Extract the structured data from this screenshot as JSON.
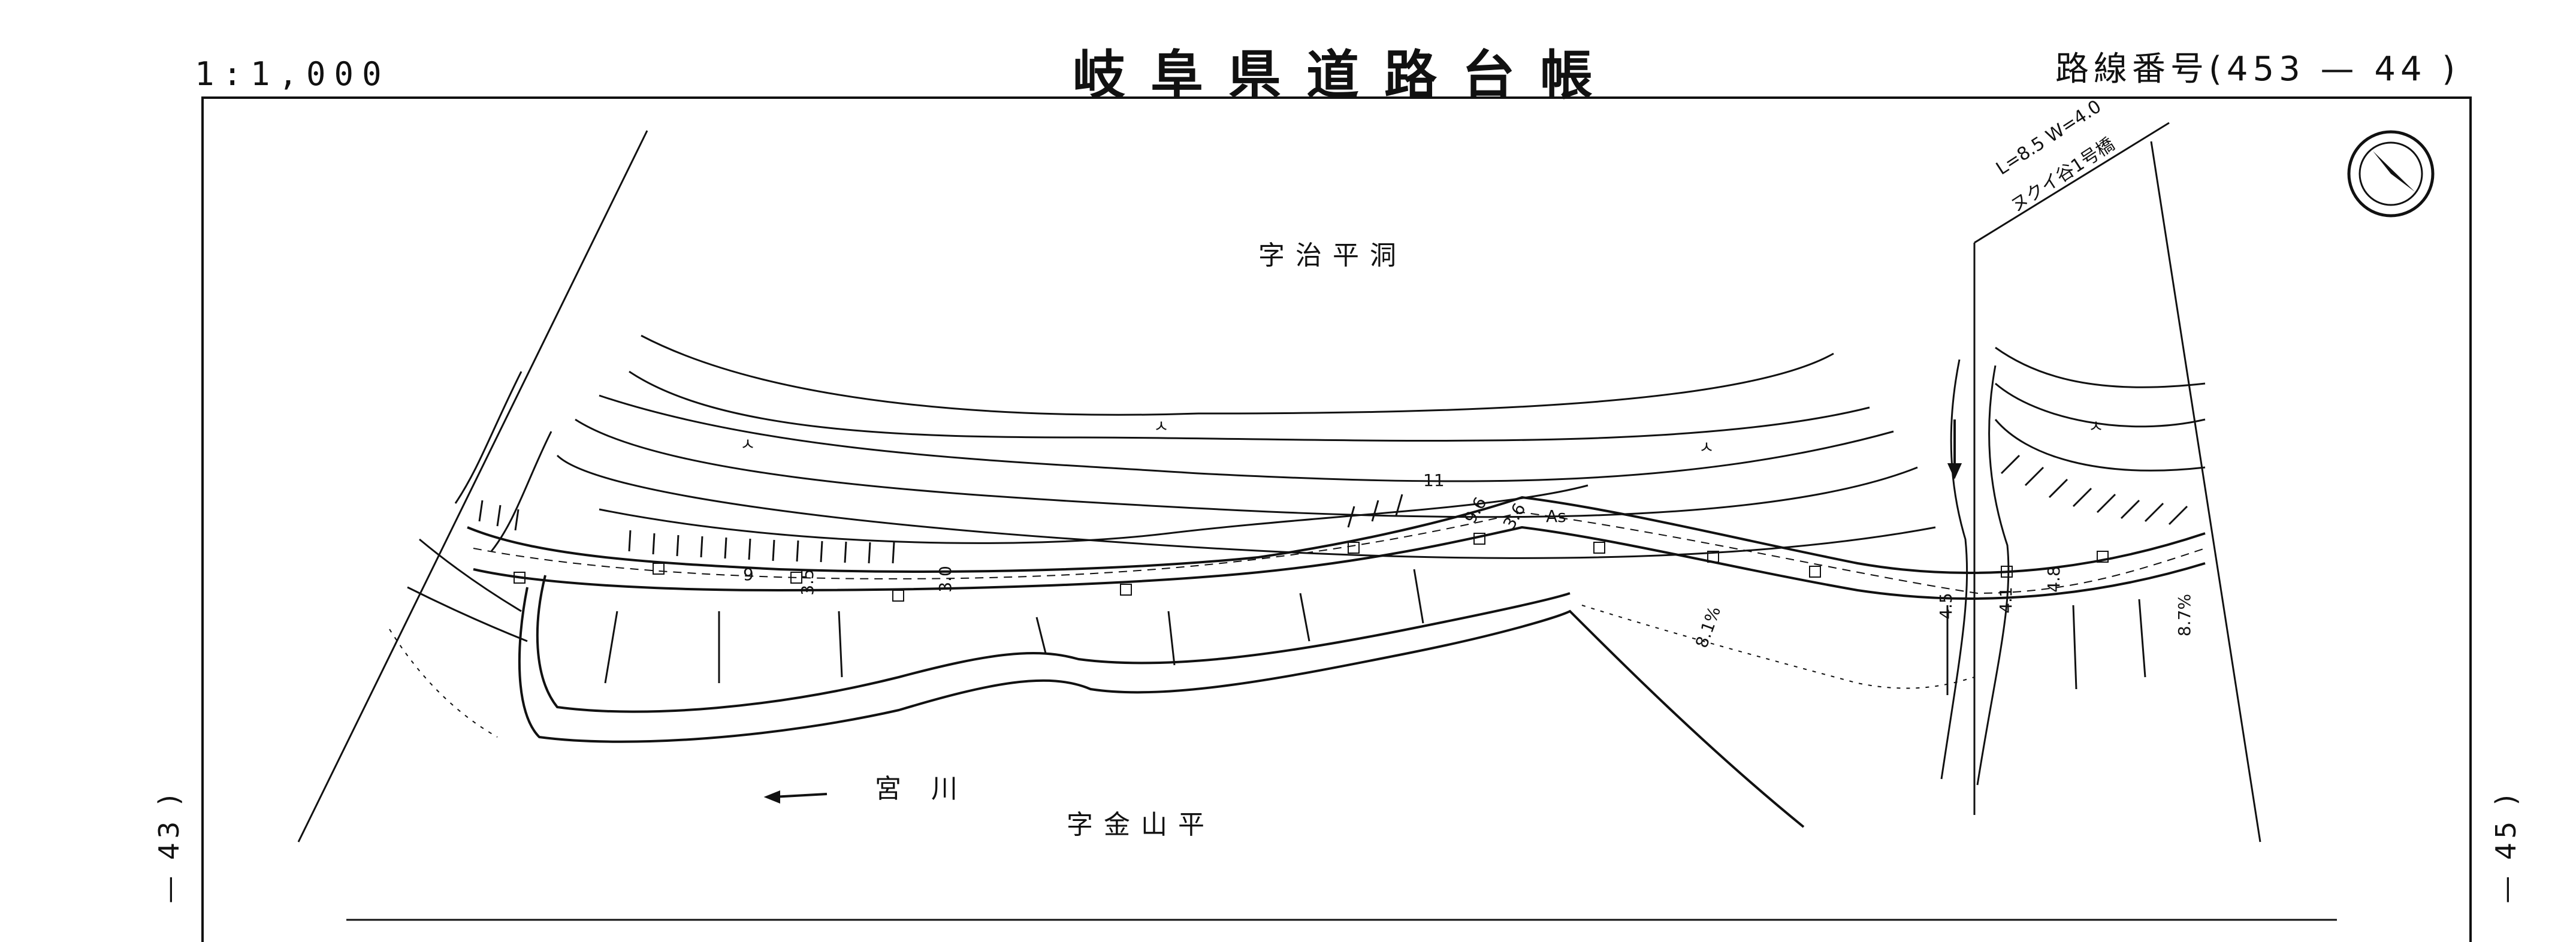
{
  "header": {
    "scale": "1:1,000",
    "title": "岐阜県道路台帳",
    "route_number": "路線番号(453 — 44 )"
  },
  "side_refs": {
    "left": "— 43 )",
    "right": "— 45 )"
  },
  "map": {
    "place_labels": [
      "字治平洞",
      "字金山平"
    ],
    "river_label": "宮 川",
    "bridge": {
      "dims": "L=8.5  W=4.0",
      "name": "ヌクイ谷1号橋"
    },
    "dimension_labels": [
      "9",
      "3.5",
      "3.0",
      "9.6",
      "3.6",
      "As",
      "11",
      "8.1%",
      "4.5",
      "4.1",
      "4.8",
      "8.7%"
    ],
    "vegetation_symbol": "ㅅ"
  },
  "colors": {
    "ink": "#111111",
    "paper": "#ffffff"
  }
}
